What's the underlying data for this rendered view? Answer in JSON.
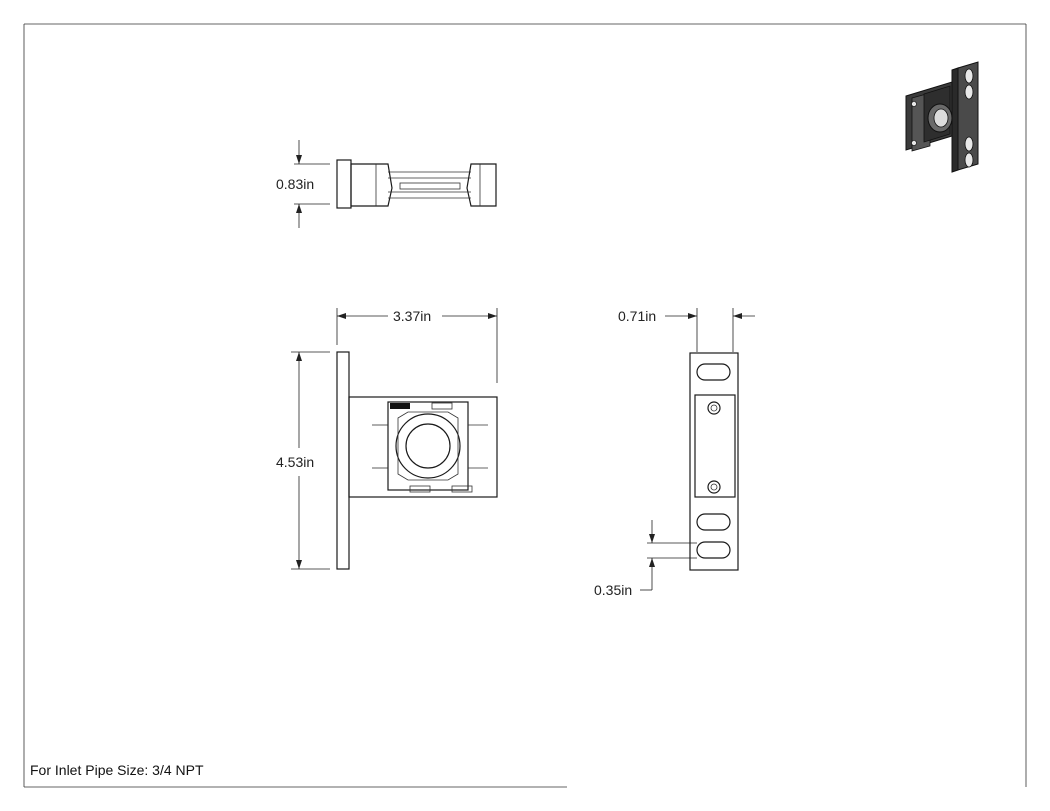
{
  "drawing": {
    "note": "For Inlet Pipe Size: 3/4 NPT",
    "dimensions": {
      "top_height": "0.83in",
      "front_width": "3.37in",
      "front_height": "4.53in",
      "side_width": "0.71in",
      "slot_pitch": "0.35in"
    }
  },
  "colors": {
    "line": "#1a1a1a",
    "background": "#ffffff",
    "iso_body": "#3a3a3a"
  }
}
